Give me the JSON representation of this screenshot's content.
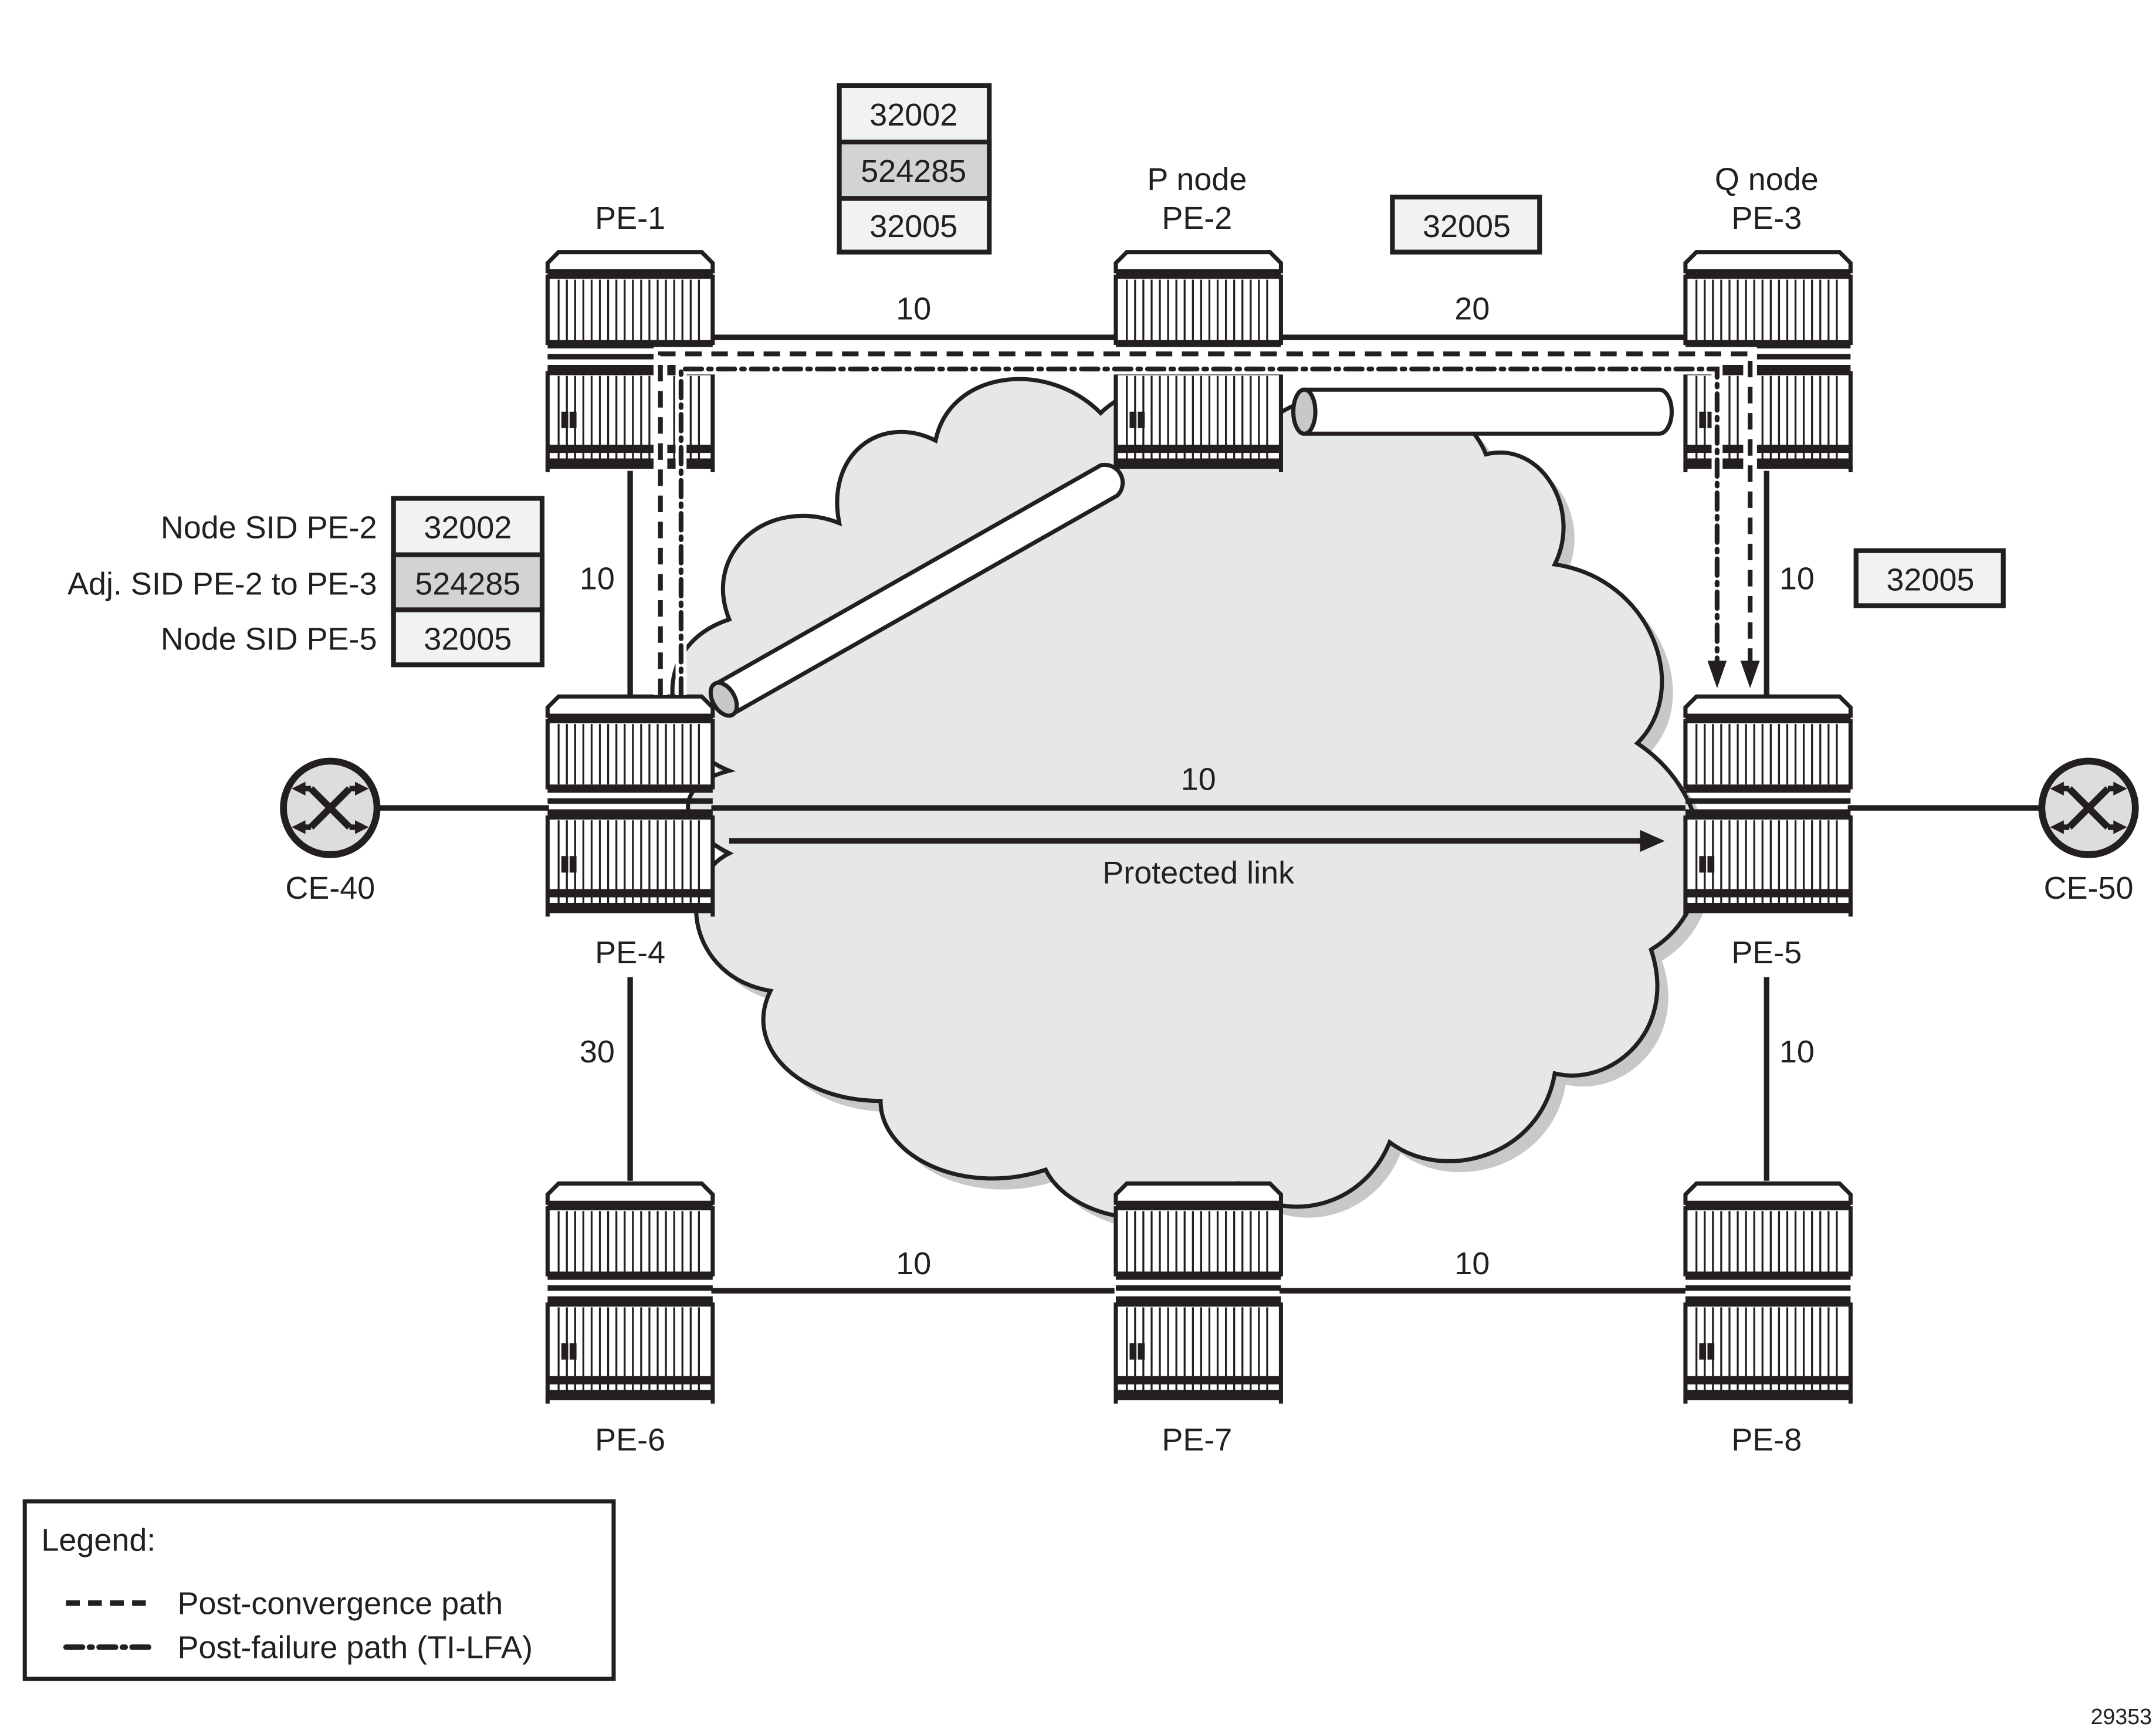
{
  "nodes": {
    "pe1": {
      "label": "PE-1"
    },
    "pe2": {
      "role": "P node",
      "label": "PE-2"
    },
    "pe3": {
      "role": "Q node",
      "label": "PE-3"
    },
    "pe4": {
      "label": "PE-4"
    },
    "pe5": {
      "label": "PE-5"
    },
    "pe6": {
      "label": "PE-6"
    },
    "pe7": {
      "label": "PE-7"
    },
    "pe8": {
      "label": "PE-8"
    },
    "ce40": {
      "label": "CE-40"
    },
    "ce50": {
      "label": "CE-50"
    }
  },
  "links": {
    "pe1_pe2": "10",
    "pe2_pe3": "20",
    "pe1_pe4": "10",
    "pe3_pe5": "10",
    "pe4_pe5": "10",
    "pe4_pe6": "30",
    "pe5_pe8": "10",
    "pe6_pe7": "10",
    "pe7_pe8": "10"
  },
  "protected_link_label": "Protected link",
  "label_stacks": {
    "top_stack": [
      "32002",
      "524285",
      "32005"
    ],
    "pe2_pe3_stack": [
      "32005"
    ],
    "pe3_pe5_stack": [
      "32005"
    ]
  },
  "sid_table": [
    {
      "label": "Node SID PE-2",
      "value": "32002",
      "highlight": false
    },
    {
      "label": "Adj. SID PE-2 to PE-3",
      "value": "524285",
      "highlight": true
    },
    {
      "label": "Node SID PE-5",
      "value": "32005",
      "highlight": false
    }
  ],
  "legend": {
    "title": "Legend:",
    "items": [
      {
        "style": "dashed",
        "label": "Post-convergence path"
      },
      {
        "style": "dash-dot",
        "label": "Post-failure path (TI-LFA)"
      }
    ]
  },
  "figure_id": "29353",
  "colors": {
    "ink": "#231f20",
    "cloud_fill": "#e6e7e8",
    "cloud_shadow": "#c7c8ca",
    "sid_light": "#f1f2f2",
    "sid_highlight": "#d1d3d4",
    "ce_fill": "#dcddde"
  }
}
